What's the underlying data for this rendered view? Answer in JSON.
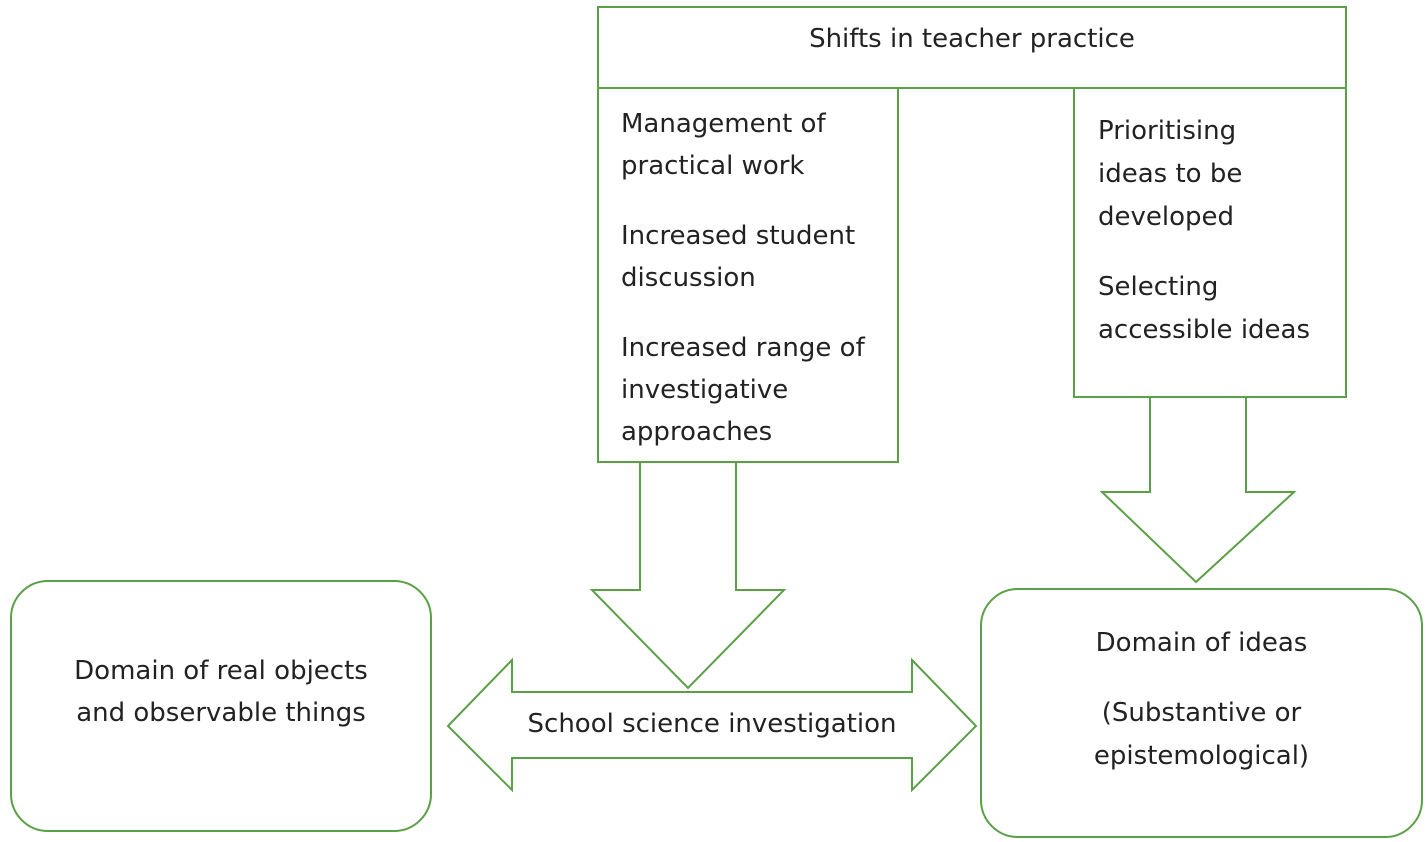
{
  "colors": {
    "stroke": "#5aa046",
    "text": "#222222",
    "background": "#ffffff"
  },
  "header": {
    "title": "Shifts in teacher practice"
  },
  "left_panel": {
    "item1_line1": "Management of",
    "item1_line2": "practical work",
    "item2_line1": "Increased student",
    "item2_line2": "discussion",
    "item3_line1": "Increased range of",
    "item3_line2": "investigative",
    "item3_line3": "approaches"
  },
  "right_panel": {
    "item1_line1": "Prioritising",
    "item1_line2": "ideas to be",
    "item1_line3": "developed",
    "item2_line1": "Selecting",
    "item2_line2": "accessible ideas"
  },
  "domain_real": {
    "line1": "Domain of real objects",
    "line2": "and observable things"
  },
  "domain_ideas": {
    "title": "Domain of ideas",
    "sub_line1": "(Substantive or",
    "sub_line2": "epistemological)"
  },
  "center_arrow": {
    "label": "School science investigation"
  }
}
